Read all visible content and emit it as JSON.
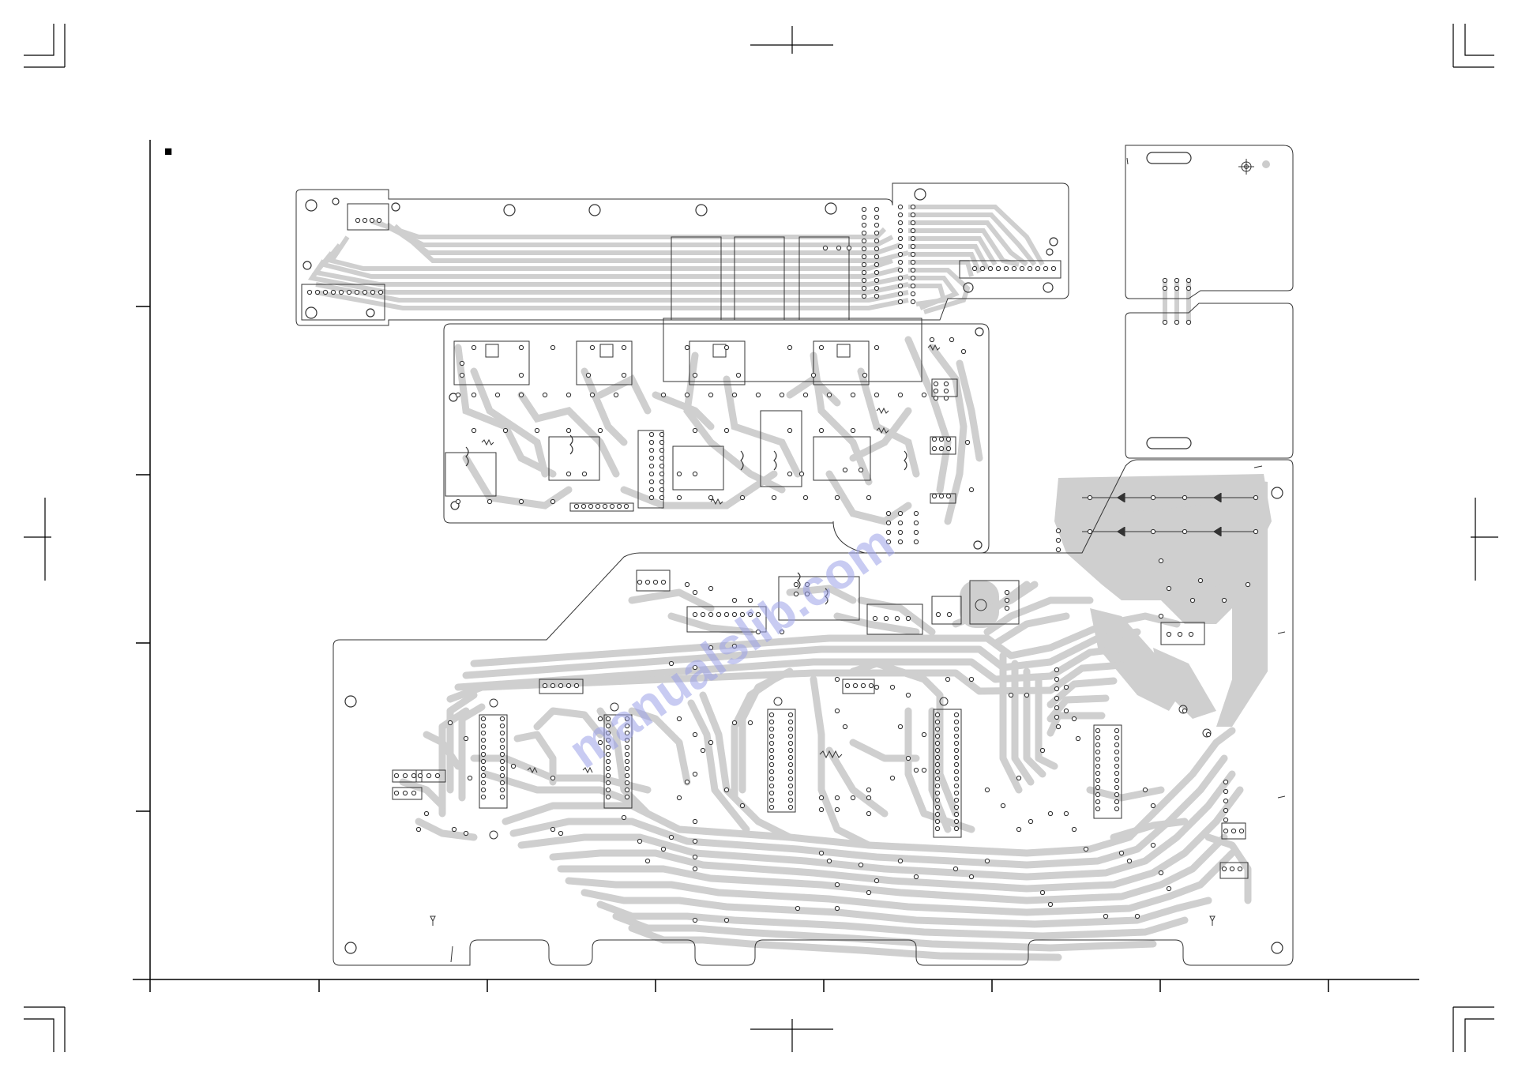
{
  "sheet": {
    "header_marker": "■",
    "watermark": "manualslib.com"
  },
  "boards": [
    {
      "name": "top-interconnect-board"
    },
    {
      "name": "middle-amplifier-board"
    },
    {
      "name": "upper-right-small-board"
    },
    {
      "name": "lower-right-small-board"
    },
    {
      "name": "main-board"
    }
  ],
  "colors": {
    "trace": "#cfcfcf",
    "outline": "#333333",
    "pad": "#333333",
    "watermark": "#9aa0e8",
    "background": "#ffffff"
  }
}
